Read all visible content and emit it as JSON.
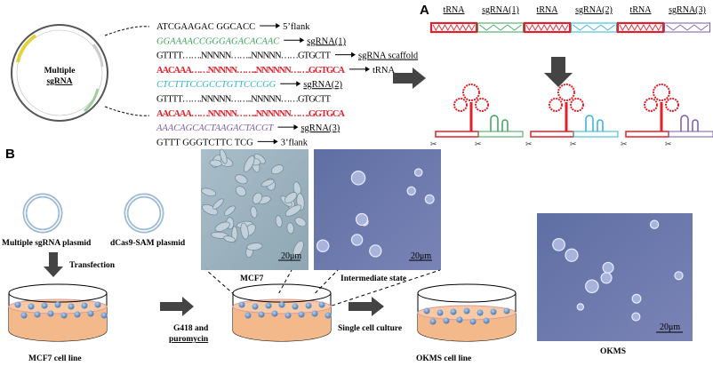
{
  "panel_a": {
    "label": "A",
    "plasmid_label_1": "Multiple",
    "plasmid_label_2": "sgRNA",
    "sequences": [
      {
        "text": "ATCGAAGAC GGCACC",
        "annotation": "5’flank",
        "color": "#000000"
      },
      {
        "text": "GGAAAACCGGGAGACACAAC",
        "annotation": "sgRNA(1)",
        "color": "#3aa35a"
      },
      {
        "text": "GTTTT…….NNNNN……..NNNNN……GTGCTT",
        "annotation": "sgRNA scaffold",
        "color": "#000000"
      },
      {
        "text": "AACAAA……NNNNN……..NNNNNN…….GGTGCA",
        "annotation": "tRNA",
        "color": "#e0202a"
      },
      {
        "text": "CTCTTTCCGCCTGTTCCCGG",
        "annotation": "sgRNA(2)",
        "color": "#2fb3d3"
      },
      {
        "text": "GTTTT…….NNNNN……..NNNNN……GTGCTT",
        "annotation": "",
        "color": "#000000"
      },
      {
        "text": "AACAAA……NNNNN……..NNNNNN…….GGTGCA",
        "annotation": "",
        "color": "#e0202a"
      },
      {
        "text": "AAACAGCACTAAGACTACGT",
        "annotation": "sgRNA(3)",
        "color": "#7a5aa8"
      },
      {
        "text": "GTTT GGGTCTTC TCG",
        "annotation": "3’flank",
        "color": "#000000"
      }
    ],
    "array_segments": [
      {
        "label": "tRNA",
        "color": "#e0202a"
      },
      {
        "label": "sgRNA(1)",
        "color": "#3aa35a"
      },
      {
        "label": "tRNA",
        "color": "#e0202a"
      },
      {
        "label": "sgRNA(2)",
        "color": "#2fb3d3"
      },
      {
        "label": "tRNA",
        "color": "#e0202a"
      },
      {
        "label": "sgRNA(3)",
        "color": "#7a5aa8"
      }
    ]
  },
  "panel_b": {
    "label": "B",
    "plasmid_1": "Multiple sgRNA plasmid",
    "plasmid_2": "dCas9-SAM plasmid",
    "transfection": "Transfection",
    "selection_1": "G418 and",
    "selection_2": "puromycin",
    "single_cell": "Single cell culture",
    "dish_1": "MCF7 cell line",
    "dish_3": "OKMS cell line",
    "photo_1": "MCF7",
    "photo_2": "Intermediate state",
    "photo_3": "OKMS",
    "scale_bar": "20μm"
  }
}
